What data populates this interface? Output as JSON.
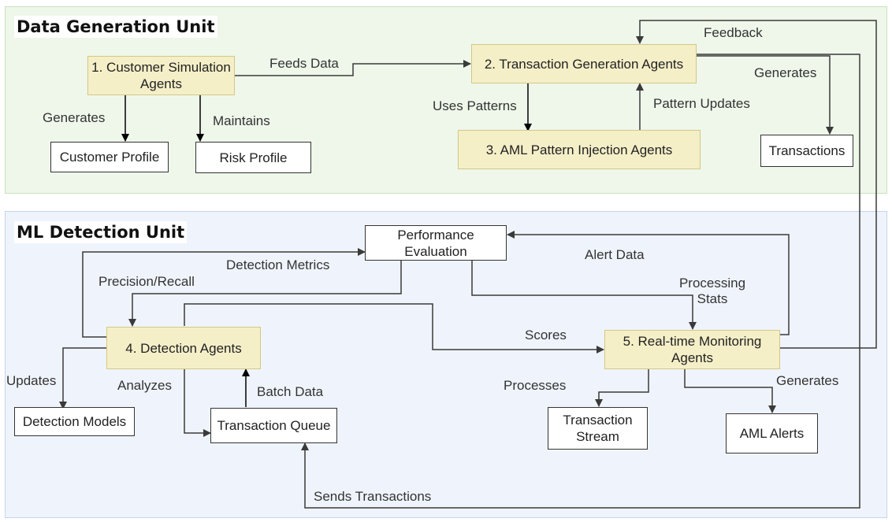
{
  "units": {
    "generation": "Data Generation Unit",
    "detection": "ML Detection Unit"
  },
  "nodes": {
    "customer_sim": "1. Customer Simulation Agents",
    "txn_gen": "2. Transaction Generation Agents",
    "aml_inject": "3. AML Pattern Injection Agents",
    "customer_profile": "Customer Profile",
    "risk_profile": "Risk Profile",
    "transactions": "Transactions",
    "perf_eval": "Performance Evaluation",
    "detection_agents": "4. Detection Agents",
    "monitoring": "5. Real-time Monitoring Agents",
    "detection_models": "Detection Models",
    "txn_queue": "Transaction Queue",
    "txn_stream": "Transaction Stream",
    "aml_alerts": "AML Alerts"
  },
  "edge_labels": {
    "feeds_data": "Feeds Data",
    "generates_profile": "Generates",
    "maintains": "Maintains",
    "uses_patterns": "Uses Patterns",
    "pattern_updates": "Pattern Updates",
    "generates_txn": "Generates",
    "feedback": "Feedback",
    "detection_metrics": "Detection Metrics",
    "precision_recall": "Precision/Recall",
    "alert_data": "Alert Data",
    "processing_stats_1": "Processing",
    "processing_stats_2": "Stats",
    "scores": "Scores",
    "updates": "Updates",
    "analyzes": "Analyzes",
    "batch_data": "Batch Data",
    "processes": "Processes",
    "generates_alerts": "Generates",
    "sends_transactions": "Sends Transactions"
  },
  "colors": {
    "agent_fill": "#f5efc8",
    "agent_border": "#d4c785",
    "generation_bg": "#eef7ea",
    "detection_bg": "#eff4fc",
    "edge": "#3a3a3a"
  }
}
